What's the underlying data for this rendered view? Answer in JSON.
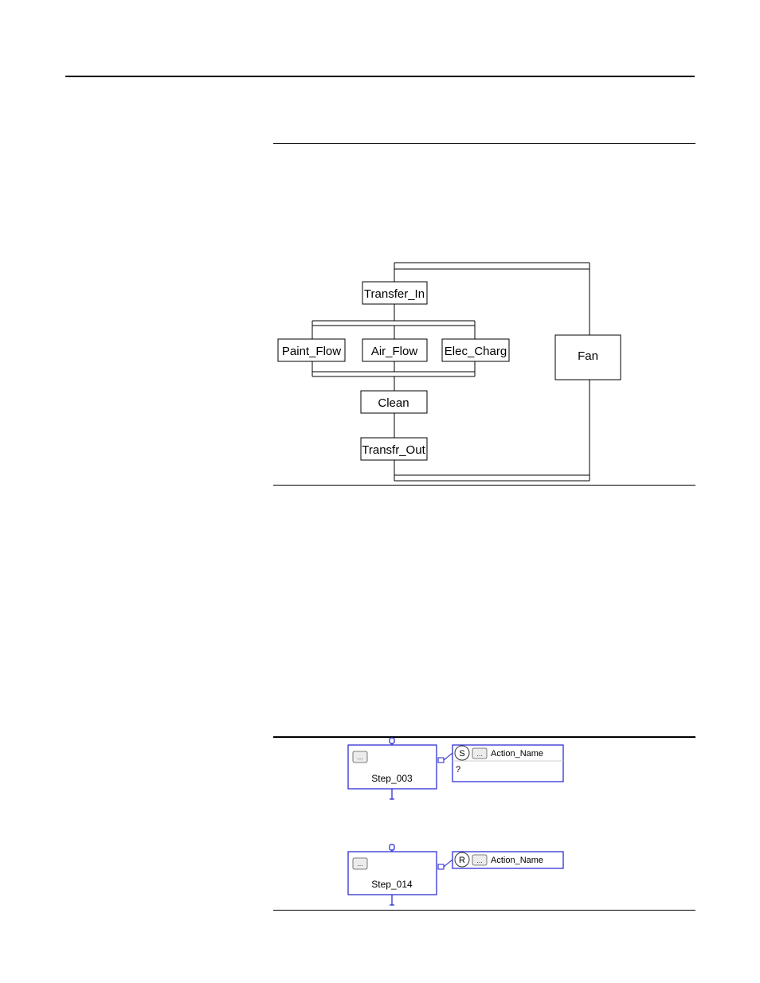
{
  "diagram1": {
    "steps": [
      {
        "id": "transfer_in",
        "label": "Transfer_In"
      },
      {
        "id": "paint_flow",
        "label": "Paint_Flow"
      },
      {
        "id": "air_flow",
        "label": "Air_Flow"
      },
      {
        "id": "elec_charg",
        "label": "Elec_Charg"
      },
      {
        "id": "clean",
        "label": "Clean"
      },
      {
        "id": "transfr_out",
        "label": "Transfr_Out"
      },
      {
        "id": "fan",
        "label": "Fan"
      }
    ]
  },
  "diagram2": {
    "step_a": {
      "label": "Step_003",
      "qualifier": "S",
      "action_name": "Action_Name",
      "expression": "?",
      "button": "..."
    },
    "step_b": {
      "label": "Step_014",
      "qualifier": "R",
      "action_name": "Action_Name",
      "button": "..."
    }
  },
  "colors": {
    "step_border": "#1f1fd0",
    "line": "#000000"
  }
}
